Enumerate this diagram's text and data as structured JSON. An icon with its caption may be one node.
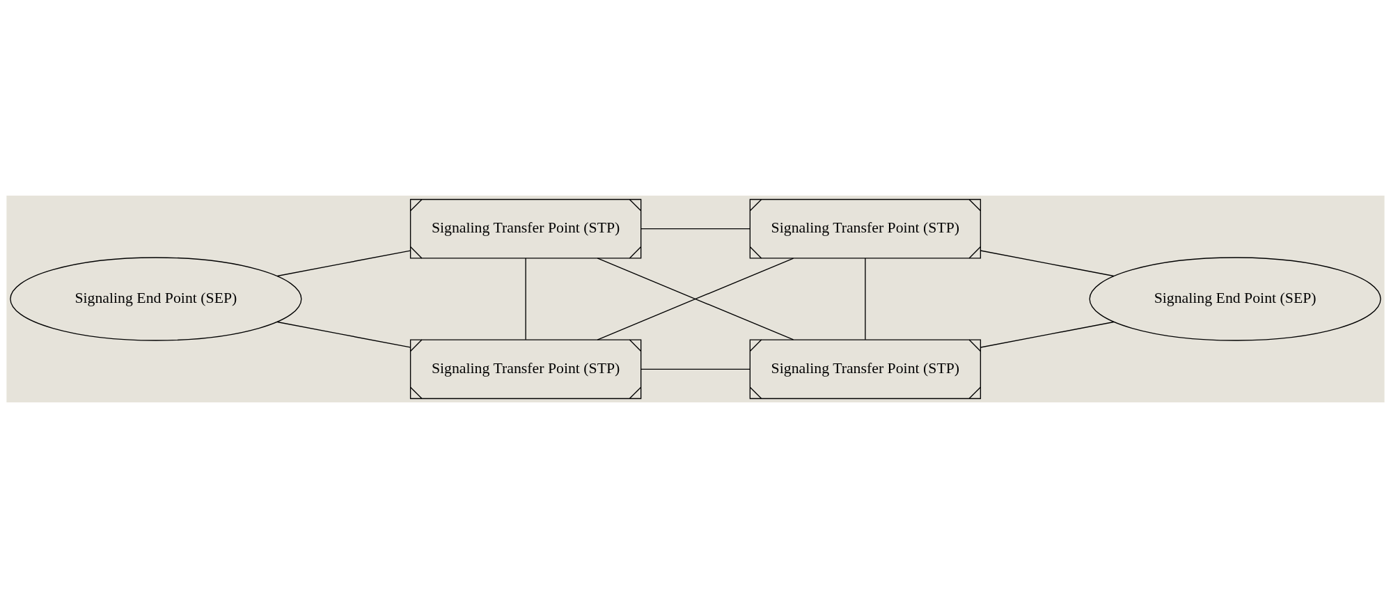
{
  "diagram": {
    "nodes": [
      {
        "text": [
          "Signaling Transfer Point (STP)"
        ]
      },
      {
        "text": [
          "Signaling Transfer Point (STP)"
        ]
      },
      {
        "text": [
          "Signaling End Point (SEP)"
        ]
      },
      {
        "text": [
          "Signaling End Point (SEP)"
        ]
      },
      {
        "text": [
          "Signaling Transfer Point (STP)"
        ]
      },
      {
        "text": [
          "Signaling Transfer Point (STP)"
        ]
      }
    ],
    "edges": [
      {
        "from": 2,
        "to": 0,
        "arrow": "none"
      },
      {
        "from": 2,
        "to": 4,
        "arrow": "none"
      },
      {
        "from": 0,
        "to": 1,
        "arrow": "none"
      },
      {
        "from": 0,
        "to": 4,
        "arrow": "none"
      },
      {
        "from": 0,
        "to": 5,
        "arrow": "none"
      },
      {
        "from": 4,
        "to": 1,
        "arrow": "none"
      },
      {
        "from": 1,
        "to": 5,
        "arrow": "none"
      },
      {
        "from": 1,
        "to": 3,
        "arrow": "none"
      },
      {
        "from": 4,
        "to": 5,
        "arrow": "none"
      },
      {
        "from": 5,
        "to": 3,
        "arrow": "none"
      }
    ]
  }
}
